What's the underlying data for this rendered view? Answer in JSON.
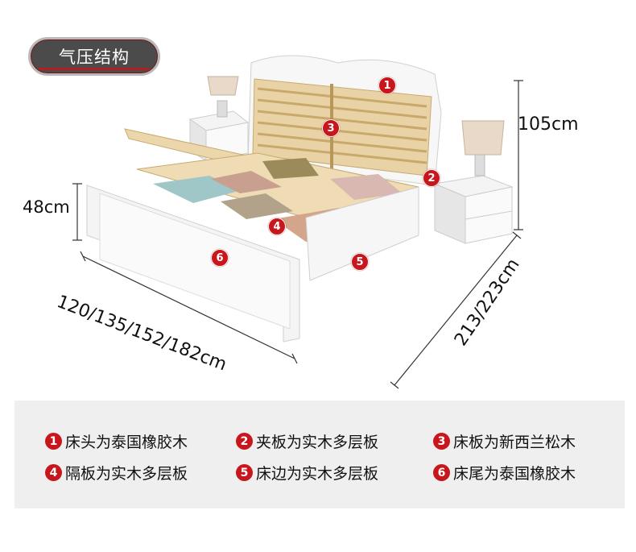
{
  "title": "气压结构",
  "dimensions": {
    "height": "105cm",
    "side_height": "48cm",
    "width": "120/135/152/182cm",
    "depth": "213/223cm"
  },
  "markers": [
    "1",
    "2",
    "3",
    "4",
    "5",
    "6"
  ],
  "legend": [
    {
      "num": "1",
      "text": "床头为泰国橡胶木"
    },
    {
      "num": "2",
      "text": "夹板为实木多层板"
    },
    {
      "num": "3",
      "text": "床板为新西兰松木"
    },
    {
      "num": "4",
      "text": "隔板为实木多层板"
    },
    {
      "num": "5",
      "text": "床边为实木多层板"
    },
    {
      "num": "6",
      "text": "床尾为泰国橡胶木"
    }
  ],
  "colors": {
    "accent": "#c8161d",
    "pill": "#4b4b4b",
    "legend_bg": "#efefef"
  }
}
